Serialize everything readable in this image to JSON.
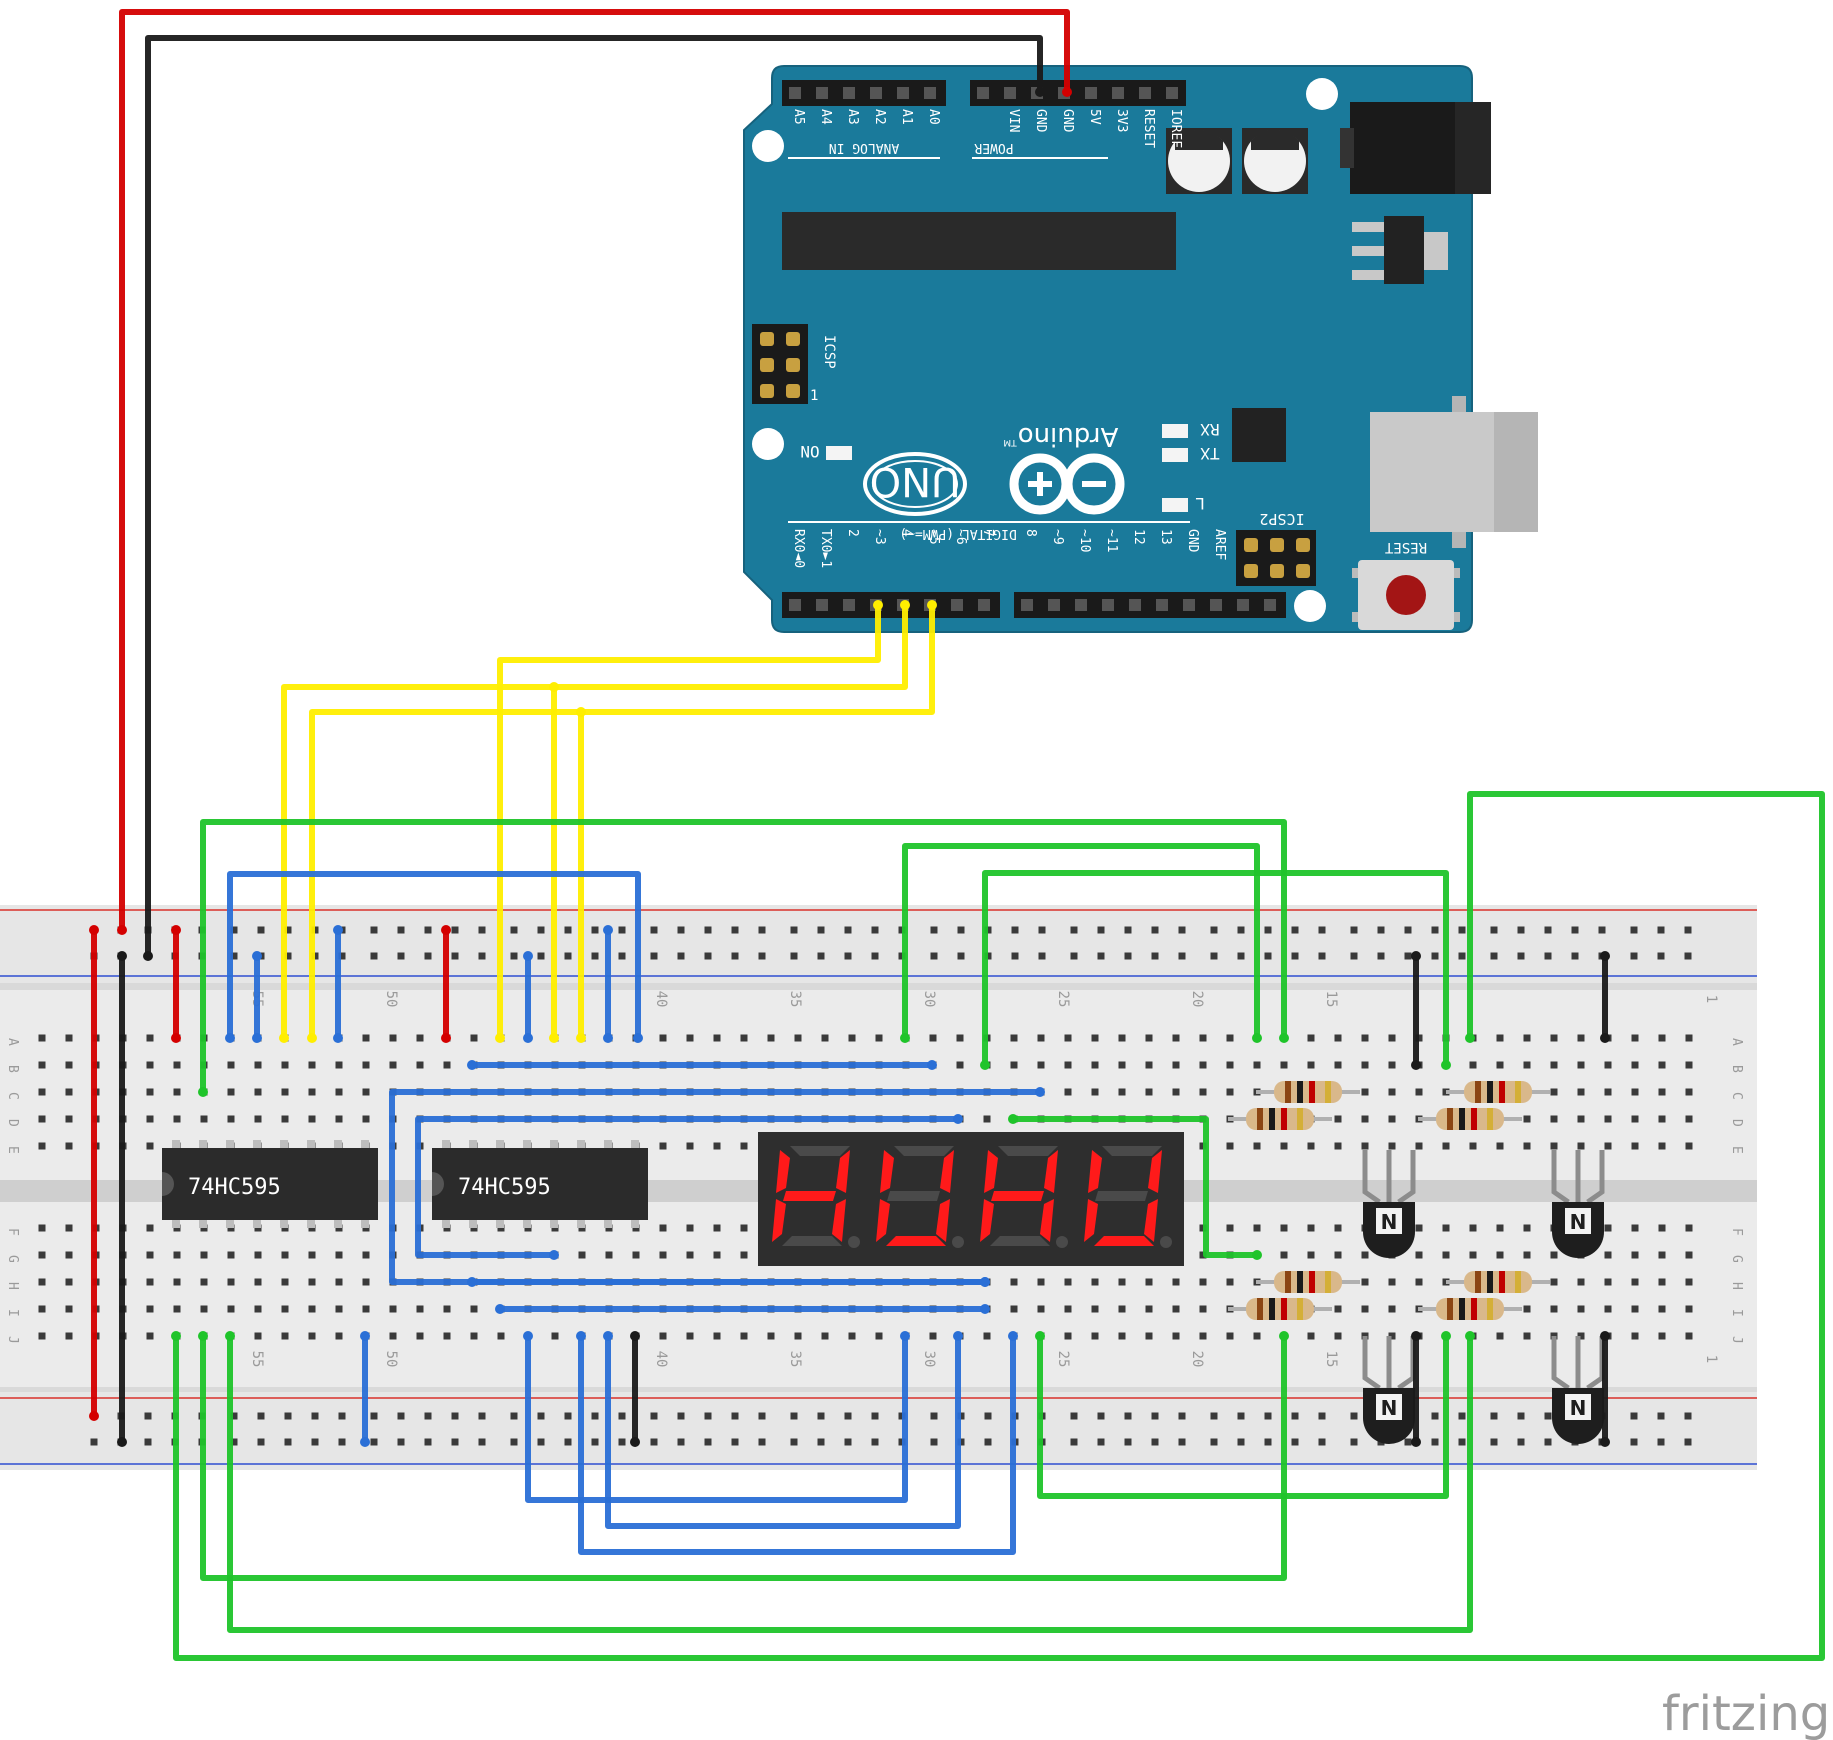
{
  "arduino": {
    "brand": "Arduino",
    "tm": "TM",
    "model": "UNO",
    "header_analog_in": "ANALOG IN",
    "header_power": "POWER",
    "header_digital": "DIGITAL (PWM=~)",
    "analog_pins": [
      "A5",
      "A4",
      "A3",
      "A2",
      "A1",
      "A0"
    ],
    "power_pins": [
      "VIN",
      "GND",
      "GND",
      "5V",
      "3V3",
      "RESET",
      "IOREF"
    ],
    "digital_pins": [
      "RX0◄0",
      "TX0►1",
      "2",
      "~3",
      "4",
      "~5",
      "~6",
      "7",
      "8",
      "~9",
      "~10",
      "~11",
      "12",
      "13",
      "GND",
      "AREF"
    ],
    "led_labels": {
      "rx": "RX",
      "tx": "TX",
      "l": "L",
      "on": "ON"
    },
    "icsp": "ICSP",
    "icsp2": "ICSP2",
    "icsp_pin1": "1",
    "reset": "RESET"
  },
  "breadboard": {
    "row_labels": [
      "A",
      "B",
      "C",
      "D",
      "E",
      "F",
      "G",
      "H",
      "I",
      "J"
    ],
    "column_labels": [
      "1",
      "15",
      "20",
      "25",
      "30",
      "35",
      "40",
      "50",
      "55"
    ]
  },
  "shift_registers": [
    {
      "label": "74HC595"
    },
    {
      "label": "74HC595"
    }
  ],
  "display": {
    "digits": "HUHU",
    "color": "#ff1a1a"
  },
  "transistor_label": "N",
  "wire_colors": {
    "red": "#d40000",
    "black": "#1a1a1a",
    "yellow": "#ffee00",
    "blue": "#2a6fd6",
    "green": "#1fc42a"
  },
  "watermark": "fritzing"
}
